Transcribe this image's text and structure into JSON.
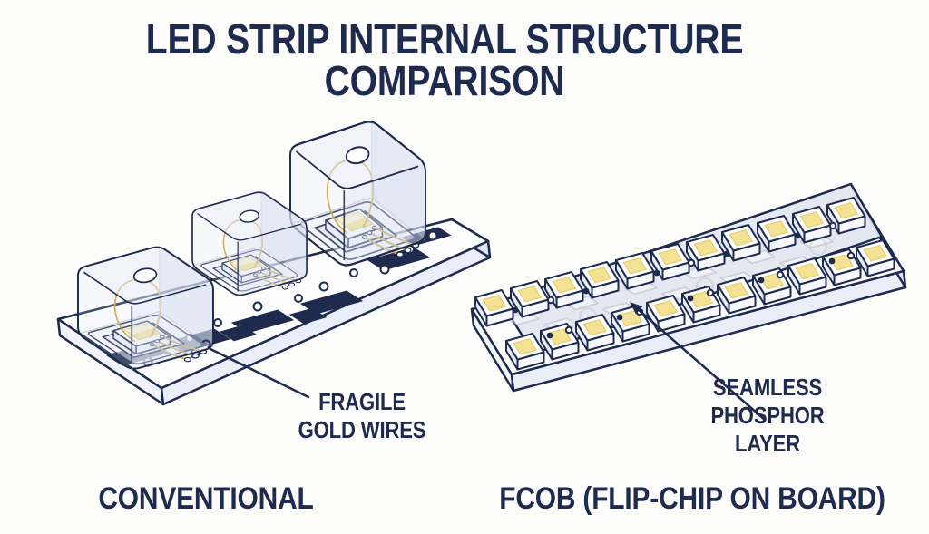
{
  "title": {
    "line1": "LED STRIP INTERNAL STRUCTURE",
    "line2": "COMPARISON"
  },
  "left_panel": {
    "caption": "CONVENTIONAL",
    "annotation_lines": [
      "FRAGILE",
      "GOLD WIRES"
    ],
    "led_dome_count": 3
  },
  "right_panel": {
    "caption": "FCOB (FLIP-CHIP ON BOARD)",
    "annotation_lines": [
      "SEAMLESS",
      "PHOSPHOR",
      "LAYER"
    ],
    "chip_rows": 2,
    "chips_per_row": 11
  },
  "colors": {
    "ink_navy": "#1e2b4e",
    "die_yellow": "#f4e488",
    "gold_wire": "#c8a44c",
    "board_top": "#fdfdfe",
    "board_side": "#e9eef8",
    "phosphor": "#e3e7ef",
    "background": "#fcfcfb"
  }
}
